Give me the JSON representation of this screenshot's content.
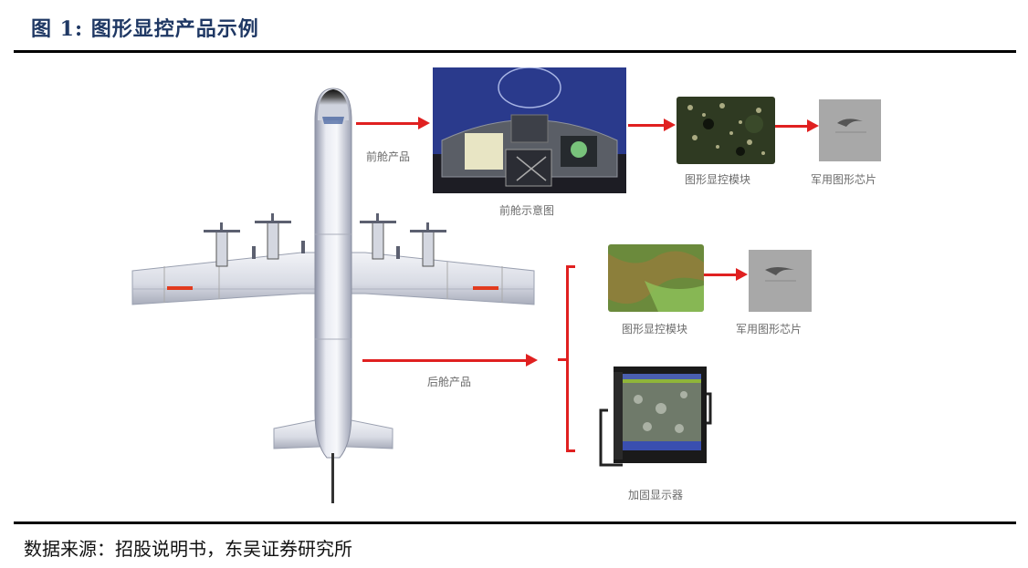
{
  "figure": {
    "label": "图 1:",
    "title": "图形显控产品示例"
  },
  "diagram": {
    "aircraft": "aircraft-top-view",
    "front_cabin": {
      "label": "前舱产品",
      "cockpit_caption": "前舱示意图",
      "module_caption": "图形显控模块",
      "chip_caption": "军用图形芯片"
    },
    "rear_cabin": {
      "label": "后舱产品",
      "module_caption": "图形显控模块",
      "chip_caption": "军用图形芯片",
      "display_caption": "加固显示器"
    },
    "colors": {
      "arrow": "#e02020",
      "title": "#1f3864",
      "caption": "#6b6b6b"
    }
  },
  "source": {
    "text": "数据来源：招股说明书，东吴证券研究所"
  }
}
